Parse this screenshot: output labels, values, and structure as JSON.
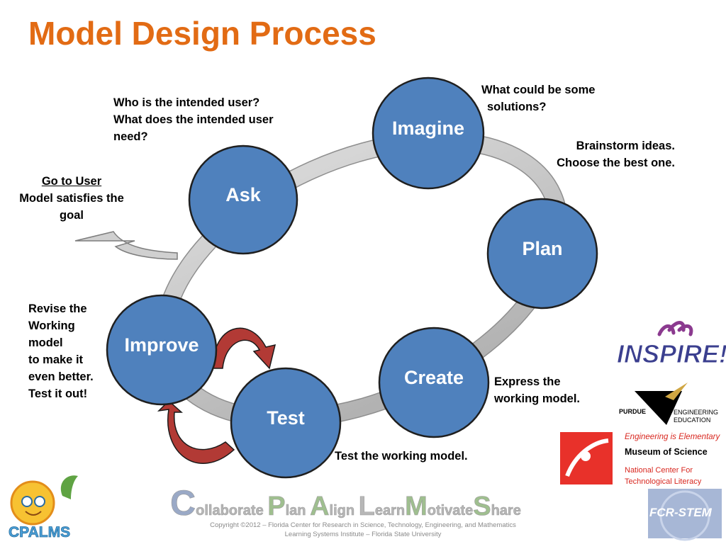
{
  "title": "Model Design Process",
  "stages": [
    {
      "id": "imagine",
      "label": "Imagine"
    },
    {
      "id": "ask",
      "label": "Ask"
    },
    {
      "id": "plan",
      "label": "Plan"
    },
    {
      "id": "improve",
      "label": "Improve"
    },
    {
      "id": "create",
      "label": "Create"
    },
    {
      "id": "test",
      "label": "Test"
    }
  ],
  "notes": {
    "imagine_q1": "What could be some",
    "imagine_q2": "solutions?",
    "plan_1": "Brainstorm ideas.",
    "plan_2": "Choose the best one.",
    "ask_1": "Who is the intended user?",
    "ask_2": "What does the intended user",
    "ask_3": "need?",
    "goto_link": "Go to User",
    "goto_1": "Model satisfies the",
    "goto_2": "goal",
    "improve_1": "Revise the",
    "improve_2": "Working",
    "improve_3": "model",
    "improve_4": "to make it",
    "improve_5": "even better.",
    "improve_6": "Test it out!",
    "create_1": "Express the",
    "create_2": "working model.",
    "test_1": "Test the working model."
  },
  "logos": {
    "inspire": "INSPIRE!",
    "purdue": "PURDUE",
    "engineering": "ENGINEERING",
    "education": "EDUCATION",
    "eie": "Engineering is Elementary",
    "mos": "Museum of Science",
    "nctl_1": "National Center For",
    "nctl_2": "Technological Literacy",
    "fcr": "FCR-STEM",
    "cpalms": "CPALMS",
    "banner": [
      "C",
      "ollaborate ",
      "P",
      "lan ",
      "A",
      "lign ",
      "L",
      "earn",
      "M",
      "otivate",
      "S",
      "hare"
    ]
  },
  "footer": {
    "line1": "Copyright ©2012 – Florida Center for Research in Science, Technology, Engineering, and Mathematics",
    "line2": "Learning Systems Institute – Florida State University"
  },
  "colors": {
    "title": "#e26b14",
    "node_fill": "#4f81bd",
    "node_stroke": "#1f1f1f",
    "ring": "#c4c4c4",
    "loop_arrow": "#a8332f"
  }
}
